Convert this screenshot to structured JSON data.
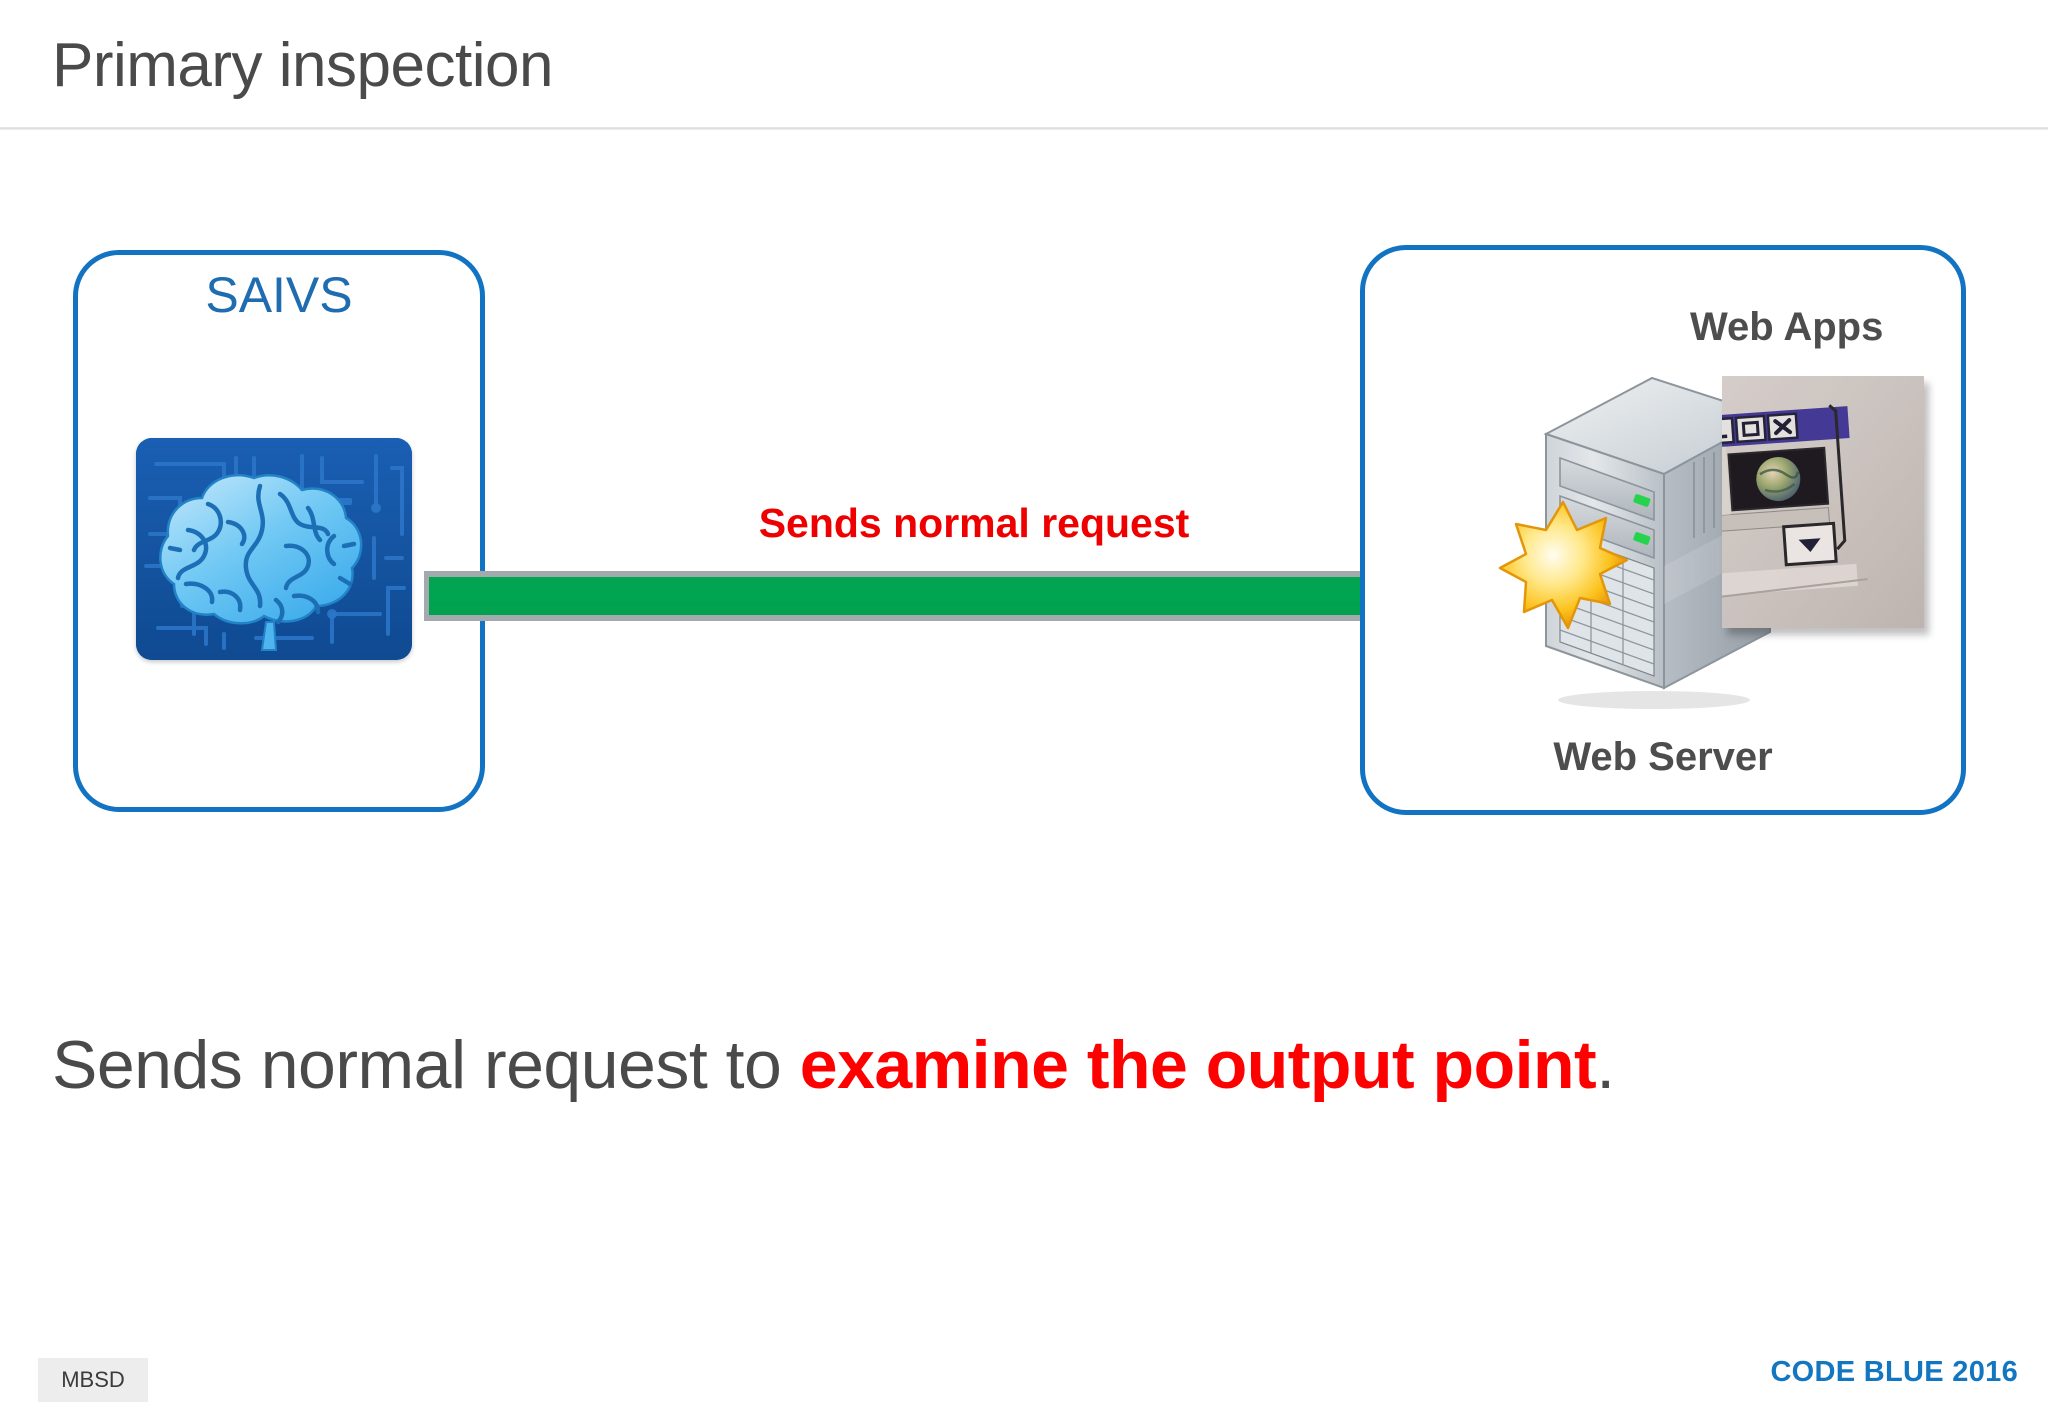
{
  "slide": {
    "title": "Primary inspection",
    "summary_prefix": "Sends normal request to ",
    "summary_highlight": "examine the output point",
    "summary_suffix": "."
  },
  "diagram": {
    "saivs": {
      "label": "SAIVS",
      "icon": "brain-circuit-icon"
    },
    "arrow": {
      "caption": "Sends normal request",
      "icon": "right-arrow-icon",
      "caption_color": "#ef0000",
      "fill_color": "#00a551",
      "outline_color": "#9fa6aa"
    },
    "server": {
      "apps_label": "Web Apps",
      "server_label": "Web Server",
      "server_icon": "server-tower-icon",
      "burst_icon": "impact-burst-icon",
      "thumbnail_icon": "web-app-window-thumbnail"
    },
    "box_border_color": "#1273c2"
  },
  "footer": {
    "badge": "MBSD",
    "brand": "CODE BLUE 2016",
    "brand_color": "#1277c0"
  }
}
